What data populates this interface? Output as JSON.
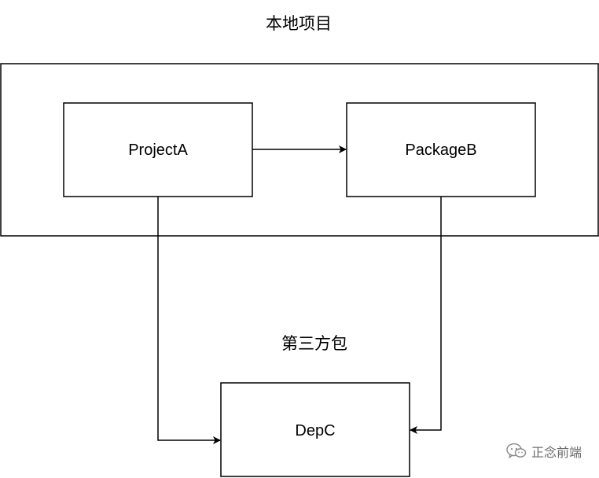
{
  "diagram": {
    "local_group_title": "本地项目",
    "third_party_title": "第三方包",
    "nodes": {
      "project_a": "ProjectA",
      "package_b": "PackageB",
      "dep_c": "DepC"
    },
    "edges": [
      {
        "from": "ProjectA",
        "to": "PackageB"
      },
      {
        "from": "ProjectA",
        "to": "DepC"
      },
      {
        "from": "PackageB",
        "to": "DepC"
      }
    ]
  },
  "watermark": {
    "text": "正念前端",
    "icon": "wechat-icon"
  }
}
